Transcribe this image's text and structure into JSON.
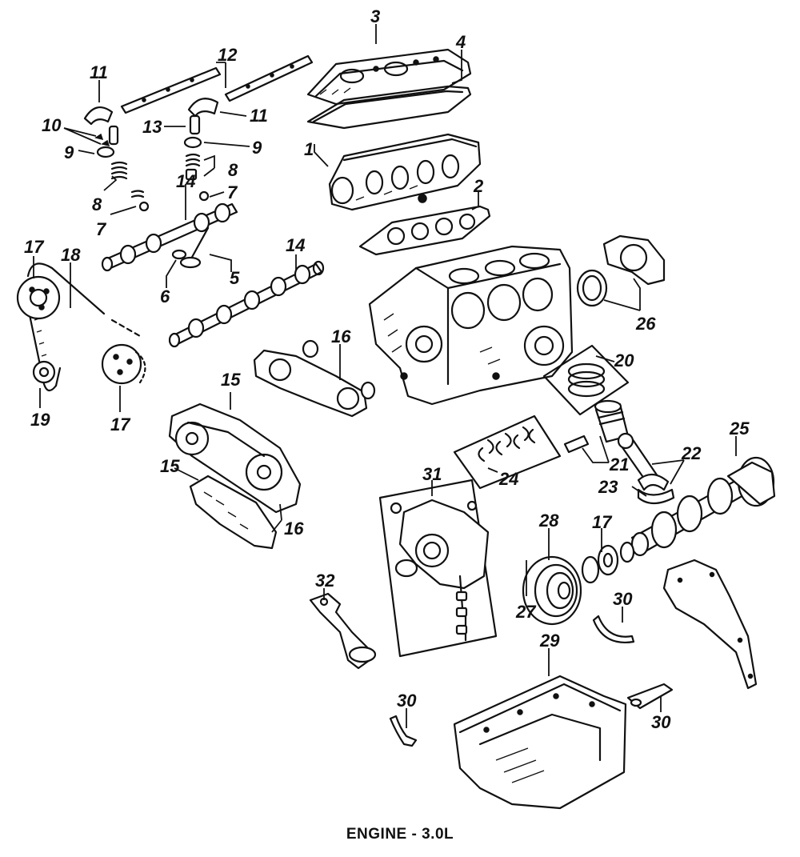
{
  "caption": "ENGINE - 3.0L",
  "callouts": {
    "c1": "1",
    "c2": "2",
    "c3": "3",
    "c4": "4",
    "c5": "5",
    "c6": "6",
    "c7a": "7",
    "c7b": "7",
    "c8a": "8",
    "c8b": "8",
    "c9a": "9",
    "c9b": "9",
    "c10": "10",
    "c11a": "11",
    "c11b": "11",
    "c12": "12",
    "c13": "13",
    "c14a": "14",
    "c14b": "14",
    "c15a": "15",
    "c15b": "15",
    "c16a": "16",
    "c16b": "16",
    "c17a": "17",
    "c17b": "17",
    "c17c": "17",
    "c18": "18",
    "c19": "19",
    "c20": "20",
    "c21": "21",
    "c22": "22",
    "c23": "23",
    "c24": "24",
    "c25": "25",
    "c26": "26",
    "c27": "27",
    "c28": "28",
    "c29": "29",
    "c30a": "30",
    "c30b": "30",
    "c30c": "30",
    "c31": "31",
    "c32": "32"
  }
}
